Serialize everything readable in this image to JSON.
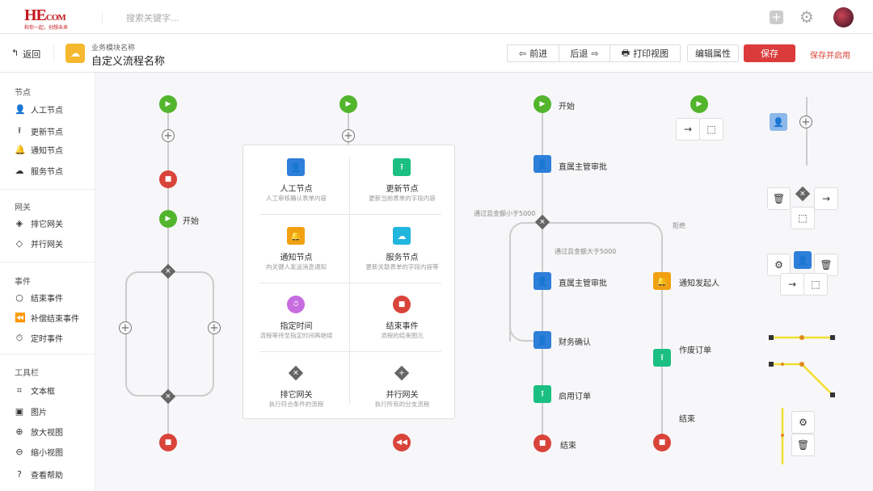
{
  "topbar": {
    "logo": "HECOM",
    "slogan": "和你一起，创想未来",
    "search_placeholder": "搜索关键字..."
  },
  "toolbar": {
    "back": "返回",
    "module": "业务模块名称",
    "title": "自定义流程名称",
    "forward": "前进",
    "backward": "后退",
    "print": "打印视图",
    "edit": "编辑属性",
    "save": "保存",
    "save_enable": "保存并启用"
  },
  "sidebar": {
    "sections": [
      {
        "title": "节点",
        "items": [
          {
            "label": "人工节点",
            "icon": "user-icon"
          },
          {
            "label": "更新节点",
            "icon": "upload-icon"
          },
          {
            "label": "通知节点",
            "icon": "bell-icon"
          },
          {
            "label": "服务节点",
            "icon": "service-icon"
          }
        ]
      },
      {
        "title": "网关",
        "items": [
          {
            "label": "排它网关",
            "icon": "exclusive-gateway-icon"
          },
          {
            "label": "并行网关",
            "icon": "parallel-gateway-icon"
          }
        ]
      },
      {
        "title": "事件",
        "items": [
          {
            "label": "结束事件",
            "icon": "circle-icon"
          },
          {
            "label": "补偿结束事件",
            "icon": "compensate-icon"
          },
          {
            "label": "定时事件",
            "icon": "timer-icon"
          }
        ]
      },
      {
        "title": "工具栏",
        "items": [
          {
            "label": "文本框",
            "icon": "textbox-icon"
          },
          {
            "label": "图片",
            "icon": "image-icon"
          },
          {
            "label": "放大视图",
            "icon": "zoom-in-icon"
          },
          {
            "label": "缩小视图",
            "icon": "zoom-out-icon"
          },
          {
            "label": "查看帮助",
            "icon": "help-icon"
          }
        ]
      }
    ]
  },
  "panel": [
    {
      "title": "人工节点",
      "desc": "人工审核确认表单内容"
    },
    {
      "title": "更新节点",
      "desc": "更新当前表单的字段内容"
    },
    {
      "title": "通知节点",
      "desc": "向关键人发送消息通知"
    },
    {
      "title": "服务节点",
      "desc": "更新关联表单的字段内容等"
    },
    {
      "title": "指定时间",
      "desc": "流程等待至指定时间再继续"
    },
    {
      "title": "结束事件",
      "desc": "流程的结束图元"
    },
    {
      "title": "排它网关",
      "desc": "执行符合条件的流程"
    },
    {
      "title": "并行网关",
      "desc": "执行所有的分支流程"
    }
  ],
  "canvas": {
    "start": "开始",
    "start2": "开始",
    "approve1": "直属主管审批",
    "cond_lt": "通过且金额小于5000",
    "cond_gt": "通过且金额大于5000",
    "reject": "拒绝",
    "approve2": "直属主管审批",
    "finance": "财务确认",
    "enable_order": "启用订单",
    "end1": "结束",
    "notify": "通知发起人",
    "void_order": "作废订单",
    "end2": "结束"
  },
  "colors": {
    "accent": "#d9443a",
    "start": "#52b52c",
    "end": "#d9443a"
  }
}
